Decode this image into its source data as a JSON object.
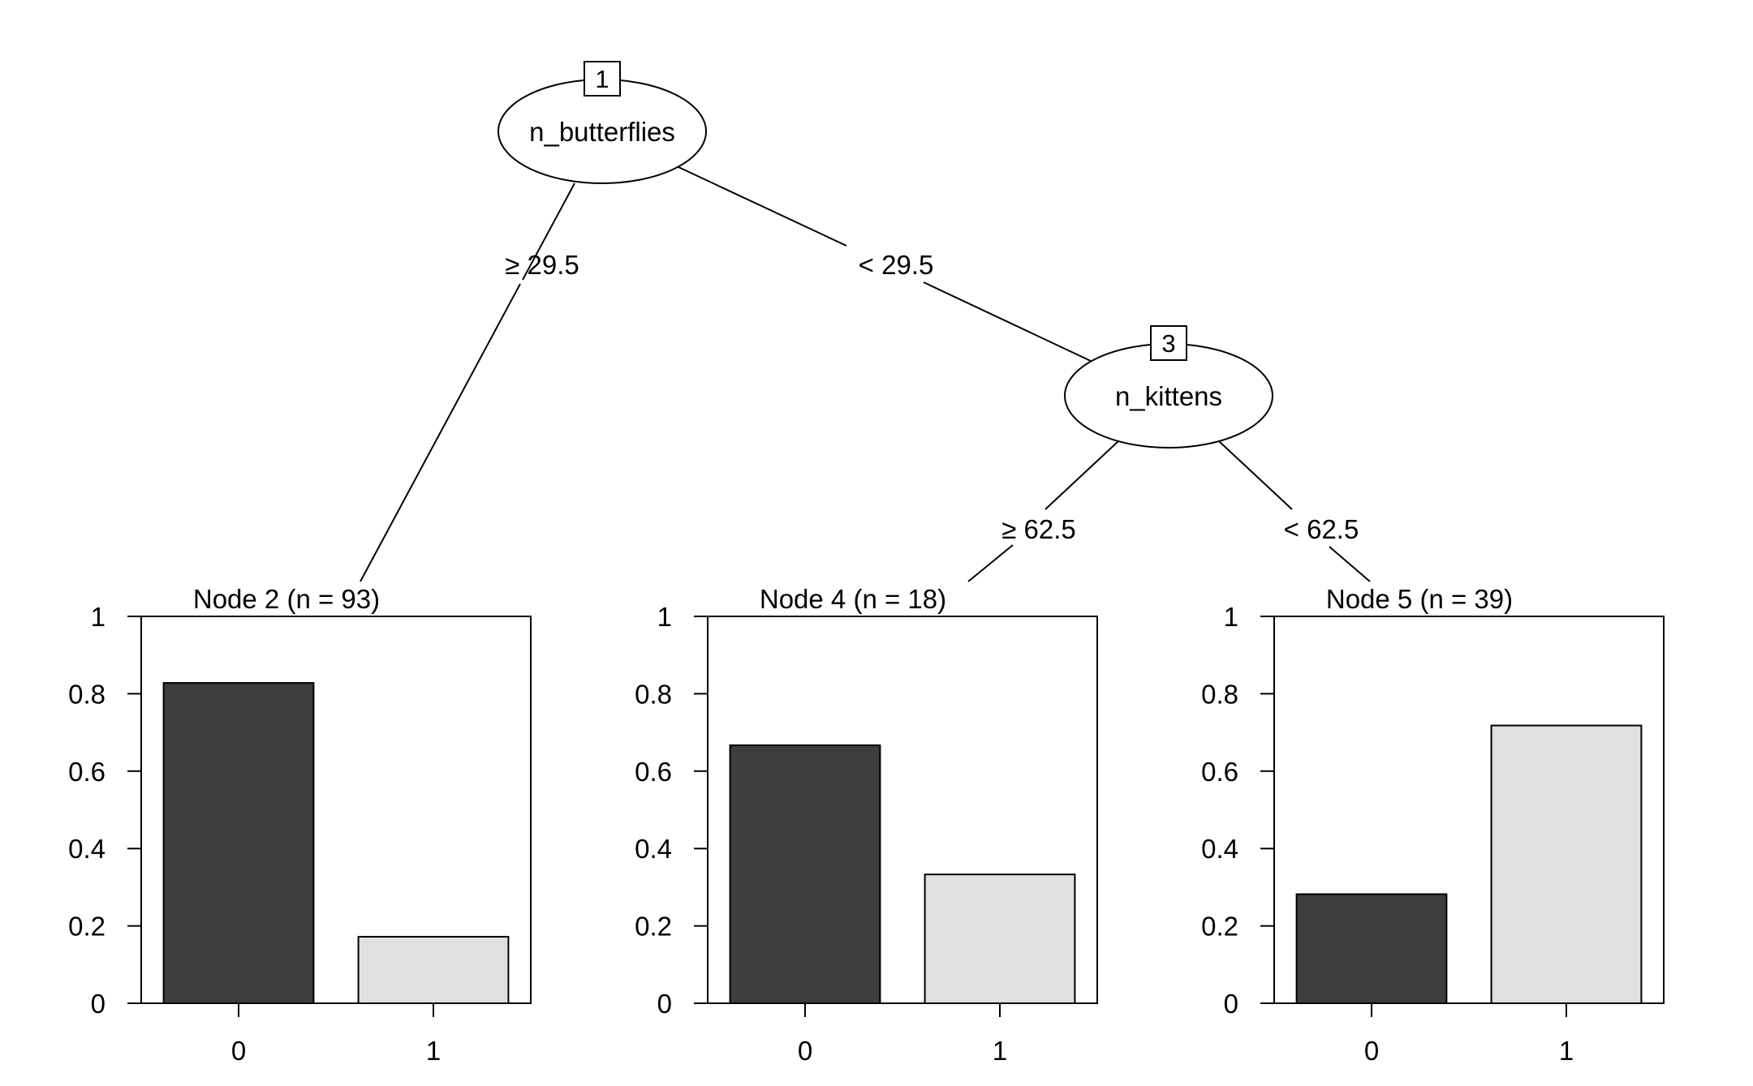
{
  "inner_nodes": [
    {
      "id": "1",
      "label": "n_butterflies"
    },
    {
      "id": "3",
      "label": "n_kittens"
    }
  ],
  "edges": [
    {
      "from": "1",
      "to": "2",
      "label": "≥ 29.5"
    },
    {
      "from": "1",
      "to": "3",
      "label": "< 29.5"
    },
    {
      "from": "3",
      "to": "4",
      "label": "≥ 62.5"
    },
    {
      "from": "3",
      "to": "5",
      "label": "< 62.5"
    }
  ],
  "chart_data": [
    {
      "type": "bar",
      "title": "Node 2 (n = 93)",
      "categories": [
        "0",
        "1"
      ],
      "values": [
        0.828,
        0.172
      ],
      "ylim": [
        0,
        1
      ],
      "yticks": [
        "0",
        "0.2",
        "0.4",
        "0.6",
        "0.8",
        "1"
      ],
      "colors": [
        "#3d3d3d",
        "#e0e0e0"
      ]
    },
    {
      "type": "bar",
      "title": "Node 4 (n = 18)",
      "categories": [
        "0",
        "1"
      ],
      "values": [
        0.667,
        0.333
      ],
      "ylim": [
        0,
        1
      ],
      "yticks": [
        "0",
        "0.2",
        "0.4",
        "0.6",
        "0.8",
        "1"
      ],
      "colors": [
        "#3d3d3d",
        "#e0e0e0"
      ]
    },
    {
      "type": "bar",
      "title": "Node 5 (n = 39)",
      "categories": [
        "0",
        "1"
      ],
      "values": [
        0.282,
        0.718
      ],
      "ylim": [
        0,
        1
      ],
      "yticks": [
        "0",
        "0.2",
        "0.4",
        "0.6",
        "0.8",
        "1"
      ],
      "colors": [
        "#3d3d3d",
        "#e0e0e0"
      ]
    }
  ]
}
